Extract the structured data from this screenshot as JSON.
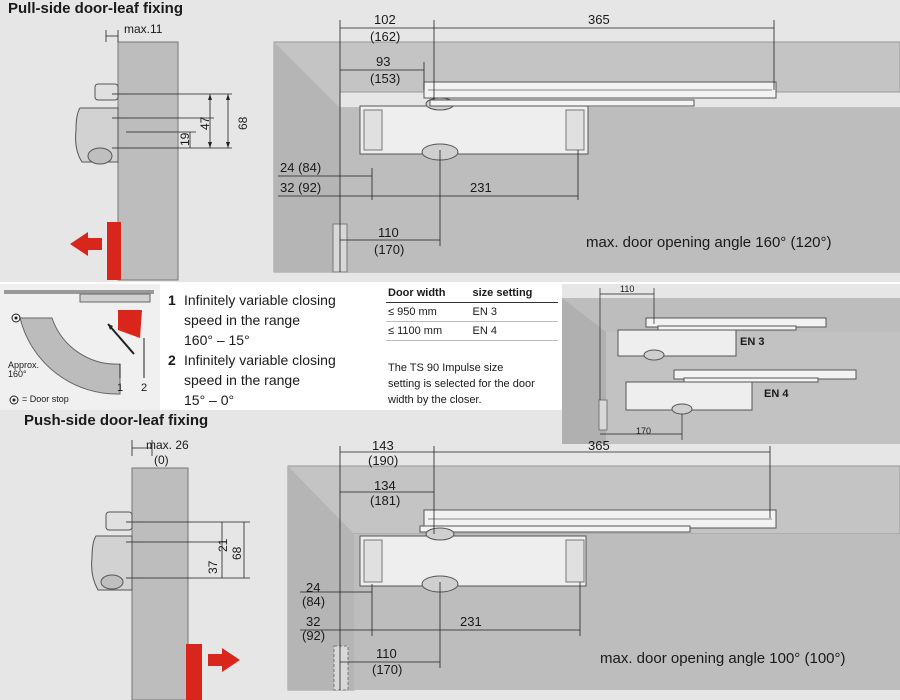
{
  "pull": {
    "title": "Pull-side door-leaf fixing",
    "dim_max": "max.11",
    "dim_68": "68",
    "dim_47": "47",
    "dim_19": "19",
    "dim_102": "102",
    "dim_162": "(162)",
    "dim_365": "365",
    "dim_93": "93",
    "dim_153": "(153)",
    "dim_24": "24 (84)",
    "dim_32": "32 (92)",
    "dim_231": "231",
    "dim_110": "110",
    "dim_170": "(170)",
    "angle": "max. door opening angle 160° (120°)"
  },
  "legend": {
    "approx": "Approx.",
    "approx_val": "160°",
    "marker1": "1",
    "marker2": "2",
    "door_stop": "= Door stop",
    "item1_num": "1",
    "item1_l1": "Infinitely variable closing",
    "item1_l2": "speed in the range",
    "item1_l3": "160° – 15°",
    "item2_num": "2",
    "item2_l1": "Infinitely variable closing",
    "item2_l2": "speed in the range",
    "item2_l3": "15° – 0°"
  },
  "table": {
    "headers": [
      "Door width",
      "size setting"
    ],
    "rows": [
      [
        "≤ 950 mm",
        "EN 3"
      ],
      [
        "≤ 1100 mm",
        "EN 4"
      ]
    ],
    "note_l1": "The TS 90 Impulse size",
    "note_l2": "setting is selected for the door",
    "note_l3": "width by the closer."
  },
  "inset": {
    "dim_110": "110",
    "en3": "EN 3",
    "en4": "EN 4",
    "dim_170": "170"
  },
  "push": {
    "title": "Push-side door-leaf fixing",
    "dim_max": "max. 26",
    "dim_0": "(0)",
    "dim_21": "21",
    "dim_37": "37",
    "dim_68": "68",
    "dim_143": "143",
    "dim_190": "(190)",
    "dim_365": "365",
    "dim_134": "134",
    "dim_181": "(181)",
    "dim_24": "24",
    "dim_84": "(84)",
    "dim_32": "32",
    "dim_92": "(92)",
    "dim_231": "231",
    "dim_110": "110",
    "dim_170": "(170)",
    "angle": "max. door opening angle 100° (100°)"
  },
  "colors": {
    "panel": "#e6e6e6",
    "wall": "#bdbdbd",
    "wall_dark": "#a8a8a8",
    "red": "#d9261c",
    "line": "#222222"
  }
}
